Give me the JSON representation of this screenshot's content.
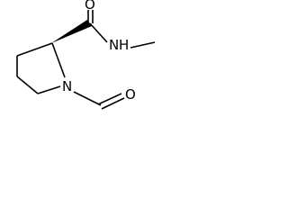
{
  "molecule": {
    "atoms": {
      "carbonyl_oxygen": "O",
      "amide_nitrogen": "N",
      "amide_hydrogen": "H",
      "ring_nitrogen": "N",
      "formyl_oxygen": "O"
    }
  }
}
